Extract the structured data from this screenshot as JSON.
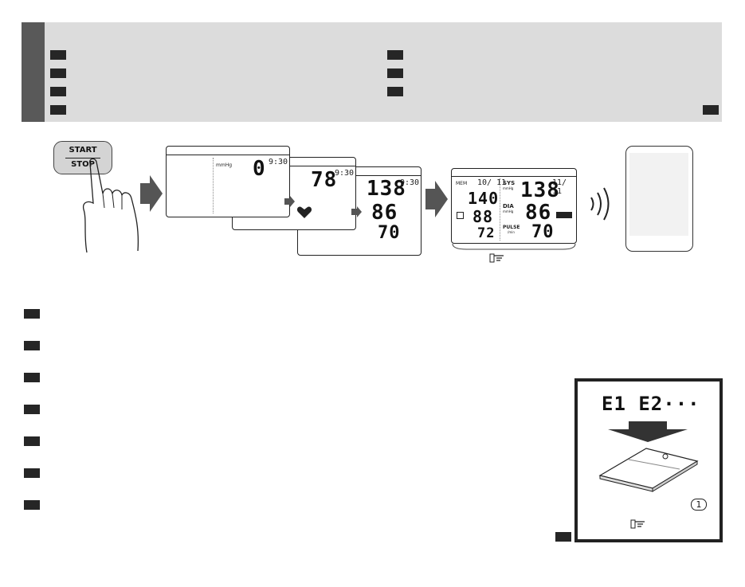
{
  "start_button": {
    "line1": "START",
    "line2": "STOP"
  },
  "screen1": {
    "value": "0",
    "time": "9:30",
    "label": "mmHg"
  },
  "screen2": {
    "value": "78",
    "time": "9:30"
  },
  "screen3": {
    "sys": "138",
    "dia": "86",
    "pulse": "70",
    "time": "9:30"
  },
  "result": {
    "mem_label": "MEM",
    "date": "10/ 11",
    "time": "11/ 11",
    "prev_sys": "140",
    "prev_dia": "88",
    "prev_pulse": "72",
    "sys_label": "SYS",
    "sys_unit": "mmHg",
    "dia_label": "DIA",
    "dia_unit": "mmHg",
    "pulse_label": "PULSE",
    "pulse_unit": "/min",
    "sys": "138",
    "dia": "86",
    "pulse": "70"
  },
  "error_box": {
    "codes": "E1  E2···",
    "ref_number": "1"
  },
  "icons": [
    "hand-press-icon",
    "arrow-right-icon",
    "bluetooth-waves-icon",
    "refer-page-icon",
    "heart-icon",
    "person-icon"
  ]
}
